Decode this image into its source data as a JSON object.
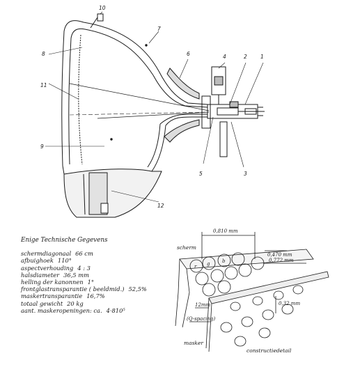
{
  "labels": {
    "n1": "1",
    "n2": "2",
    "n3": "3",
    "n4": "4",
    "n5": "5",
    "n6": "6",
    "n7": "7",
    "n8": "8",
    "n9": "9",
    "n10": "10",
    "n11": "11",
    "n12": "12"
  },
  "specs": {
    "title": "Enige Technische Gegevens",
    "rows": [
      {
        "label": "schermdiagonaal",
        "value": "66 cm"
      },
      {
        "label": "afbuighoek",
        "value": "110°"
      },
      {
        "label": "aspectverhouding",
        "value": "4 : 3"
      },
      {
        "label": "halsdiameter",
        "value": "36,5 mm"
      },
      {
        "label": "helling der kanonnen",
        "value": "1°"
      },
      {
        "label": "frontglastransparantie ( beeldmid.)",
        "value": "52,5%"
      },
      {
        "label": "maskertransparantie",
        "value": "16,7%"
      },
      {
        "label": "totaal gewicht",
        "value": "20 kg"
      },
      {
        "label": "aant. maskeropeningen: ca.",
        "value": "4·810⁵"
      }
    ]
  },
  "detail": {
    "d1": "0,810 mm",
    "d2": "0,470 mm",
    "d3": "0,772 mm",
    "d4": "0,32 mm",
    "d5": "12mm",
    "q": "(Q-spacing)",
    "scherm": "scherm",
    "masker": "masker",
    "caption": "constructiedetail",
    "dots": [
      "r",
      "g",
      "b"
    ]
  }
}
